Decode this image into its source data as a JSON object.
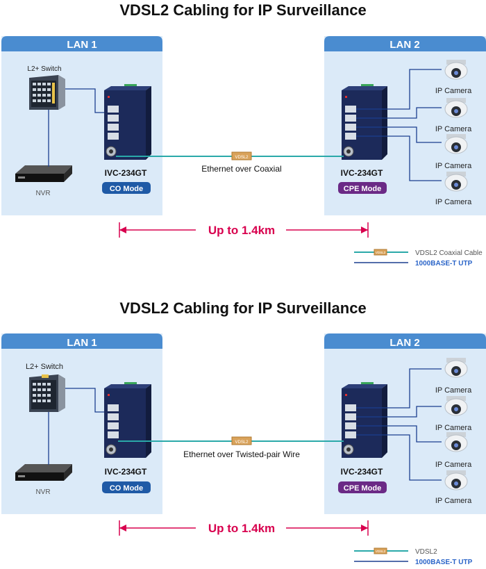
{
  "colors": {
    "lan_bg": "#dbeaf8",
    "lan_header": "#4a8cd0",
    "coax": "#2aa9a9",
    "utp": "#1b3f8f",
    "distance": "#d8004e",
    "co_badge": "#1f5aa6",
    "cpe_badge": "#6b2a86",
    "device_body": "#1c2a5a"
  },
  "diagrams": [
    {
      "title": "VDSL2 Cabling for IP Surveillance",
      "lan1_label": "LAN 1",
      "lan2_label": "LAN 2",
      "switch_label": "L2+ Switch",
      "nvr_label": "NVR",
      "left_device": "IVC-234GT",
      "left_mode": "CO Mode",
      "right_device": "IVC-234GT",
      "right_mode": "CPE Mode",
      "cable_tag": "VDSL2",
      "link_label": "Ethernet over Coaxial",
      "distance": "Up to 1.4km",
      "cameras": [
        "IP Camera",
        "IP Camera",
        "IP Camera",
        "IP Camera"
      ],
      "legend": [
        {
          "tag": "VDSL2",
          "label": "VDSL2 Coaxial Cable"
        },
        {
          "label": "1000BASE-T UTP"
        }
      ]
    },
    {
      "title": "VDSL2 Cabling for IP Surveillance",
      "lan1_label": "LAN 1",
      "lan2_label": "LAN 2",
      "switch_label": "L2+ Switch",
      "nvr_label": "NVR",
      "left_device": "IVC-234GT",
      "left_mode": "CO Mode",
      "right_device": "IVC-234GT",
      "right_mode": "CPE Mode",
      "cable_tag": "VDSL2",
      "link_label": "Ethernet over Twisted-pair Wire",
      "distance": "Up to 1.4km",
      "cameras": [
        "IP Camera",
        "IP Camera",
        "IP Camera",
        "IP Camera"
      ],
      "legend": [
        {
          "tag": "VDSL2",
          "label": "VDSL2"
        },
        {
          "label": "1000BASE-T UTP"
        }
      ]
    }
  ]
}
